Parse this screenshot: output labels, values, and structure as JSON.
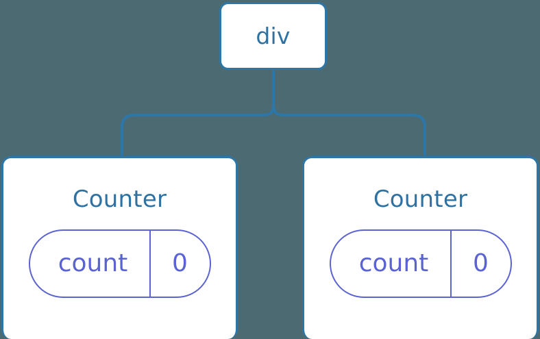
{
  "diagram": {
    "type": "component-tree",
    "background_color": "#4c6a72",
    "node_border_color": "#2d77a8",
    "node_fill_color": "#ffffff",
    "node_text_color": "#2d72a3",
    "connector_color": "#2d77a8",
    "state_pill_color": "#5b63d3",
    "root": {
      "label": "div"
    },
    "children": [
      {
        "title": "Counter",
        "state": {
          "key": "count",
          "value": "0"
        }
      },
      {
        "title": "Counter",
        "state": {
          "key": "count",
          "value": "0"
        }
      }
    ]
  }
}
